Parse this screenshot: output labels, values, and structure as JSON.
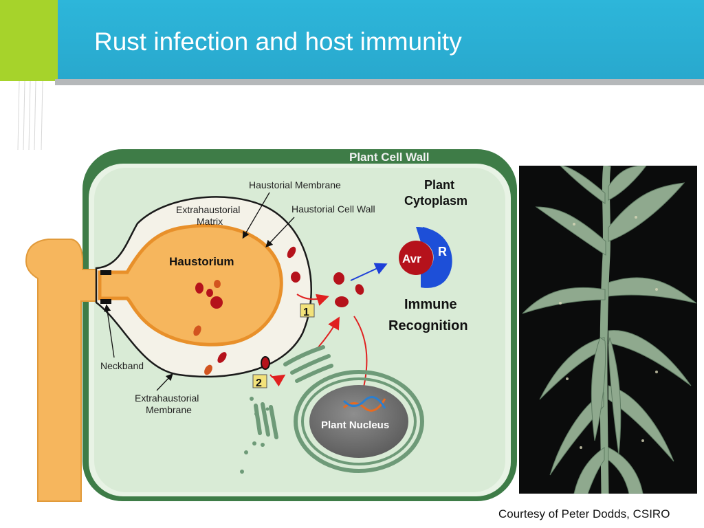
{
  "slide": {
    "title": "Rust infection and host immunity",
    "credit": "Courtesy of Peter Dodds, CSIRO"
  },
  "diagram": {
    "cell_wall_label": "Plant Cell Wall",
    "cytoplasm_label": [
      "Plant",
      "Cytoplasm"
    ],
    "haustorium_label": "Haustorium",
    "haustorial_membrane_label": "Haustorial Membrane",
    "haustorial_cell_wall_label": "Haustorial Cell Wall",
    "extrahaustorial_matrix_label": [
      "Extrahaustorial",
      "Matrix"
    ],
    "neckband_label": "Neckband",
    "extrahaustorial_membrane_label": [
      "Extrahaustorial",
      "Membrane"
    ],
    "nucleus_label": "Plant Nucleus",
    "avr_label": "Avr",
    "r_label": "R",
    "immune_label": [
      "Immune",
      "Recognition"
    ],
    "pathway_1": "1",
    "pathway_2": "2"
  },
  "colors": {
    "header_blue": "#2aafd3",
    "header_green": "#a6d32b",
    "cell_wall_green": "#3e7c47",
    "cytoplasm": "#d9ebd6",
    "fungus_orange": "#f6b65d",
    "effector_red": "#b5121b",
    "receptor_blue": "#1d4fd8",
    "leaf_green": "#8fa98e"
  }
}
